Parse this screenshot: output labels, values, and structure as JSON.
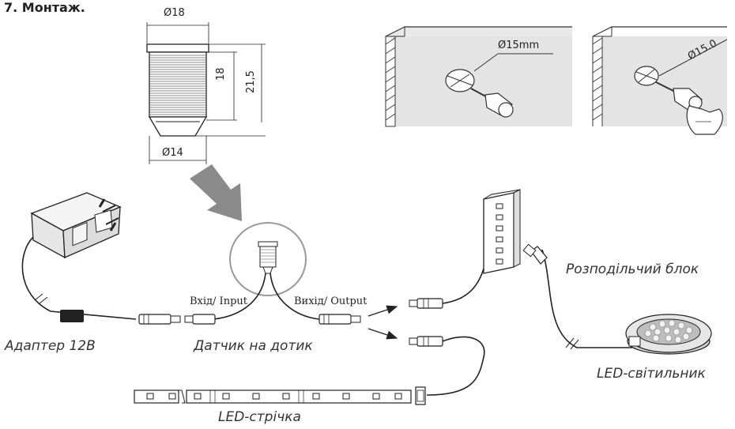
{
  "section_title": "7. Монтаж.",
  "dimensions": {
    "top_diameter": "Ø18",
    "bottom_diameter": "Ø14",
    "thread_height": "18",
    "total_height": "21,5"
  },
  "drill_labels": {
    "drill_bit": "Ø15mm",
    "insert": "Ø15.0"
  },
  "connection_labels": {
    "input": "Вхід/ Input",
    "output": "Вихід/ Output"
  },
  "captions": {
    "adapter": "Адаптер 12В",
    "sensor": "Датчик на дотик",
    "led_strip": "LED-стрічка",
    "distribution_block": "Розподільчий блок",
    "led_lamp": "LED-світильник"
  }
}
